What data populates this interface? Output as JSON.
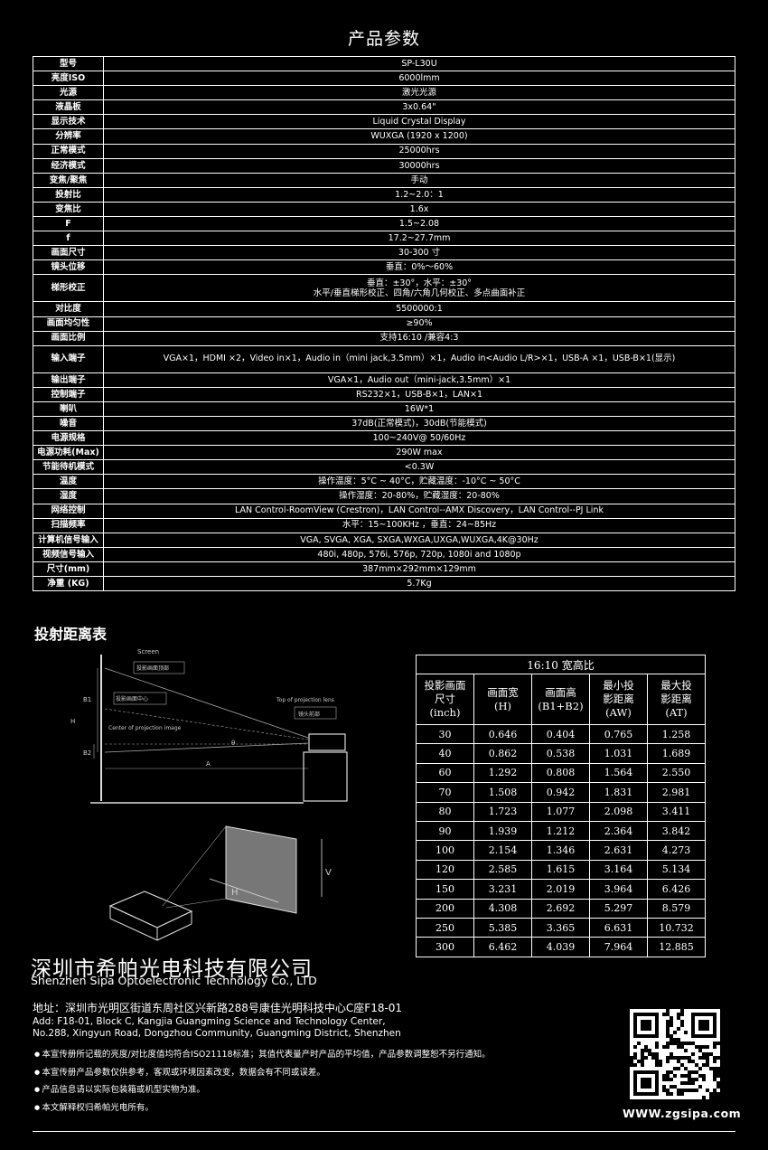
{
  "title": "产品参数",
  "specs": [
    {
      "k": "型号",
      "v": "SP-L30U"
    },
    {
      "k": "亮度ISO",
      "v": "6000lmm"
    },
    {
      "k": "光源",
      "v": "激光光源"
    },
    {
      "k": "液晶板",
      "v": "3x0.64\""
    },
    {
      "k": "显示技术",
      "v": "Liquid Crystal Display"
    },
    {
      "k": "分辨率",
      "v": "WUXGA (1920 x 1200)"
    },
    {
      "k": "正常模式",
      "v": "25000hrs"
    },
    {
      "k": "经济模式",
      "v": "30000hrs"
    },
    {
      "k": "变焦/聚焦",
      "v": "手动"
    },
    {
      "k": "投射比",
      "v": "1.2~2.0：1"
    },
    {
      "k": "变焦比",
      "v": "1.6x"
    },
    {
      "k": "F",
      "v": "1.5~2.08"
    },
    {
      "k": "f",
      "v": "17.2~27.7mm"
    },
    {
      "k": "画面尺寸",
      "v": "30-300  寸"
    },
    {
      "k": "镜头位移",
      "v": "垂直：0%～60%"
    },
    {
      "k": "梯形校正",
      "v": "垂直：±30°，水平：±30°",
      "v2": "水平/垂直梯形校正、四角/六角几何校正、多点曲面补正"
    },
    {
      "k": "对比度",
      "v": "5500000:1"
    },
    {
      "k": "画面均匀性",
      "v": "≥90%"
    },
    {
      "k": "画面比例",
      "v": "支持16:10 /兼容4:3"
    },
    {
      "k": "输入端子",
      "v": "VGA×1，HDMI ×2，Video in×1，Audio in（mini jack,3.5mm）×1，Audio in<Audio L/R>×1，USB-A ×1，USB-B×1(显示)",
      "tall": true
    },
    {
      "k": "输出端子",
      "v": "VGA×1，Audio out（mini-jack,3.5mm）×1"
    },
    {
      "k": "控制端子",
      "v": "RS232×1，USB-B×1，LAN×1"
    },
    {
      "k": "喇叭",
      "v": "16W*1"
    },
    {
      "k": "噪音",
      "v": "37dB(正常模式)，30dB(节能模式)"
    },
    {
      "k": "电源规格",
      "v": "100~240V@ 50/60Hz"
    },
    {
      "k": "电源功耗(Max)",
      "v": "290W max"
    },
    {
      "k": "节能待机模式",
      "v": "<0.3W"
    },
    {
      "k": "温度",
      "v": "操作温度：5°C ~ 40°C，贮藏温度：-10°C ~ 50°C"
    },
    {
      "k": "湿度",
      "v": "操作湿度：20-80%，贮藏湿度：20-80%"
    },
    {
      "k": "网络控制",
      "v": "LAN Control-RoomView (Crestron)，LAN Control--AMX Discovery，LAN Control--PJ Link"
    },
    {
      "k": "扫描频率",
      "v": "水平：15~100KHz  ，垂直：24~85Hz"
    },
    {
      "k": "计算机信号输入",
      "v": "VGA, SVGA, XGA, SXGA,WXGA,UXGA,WUXGA,4K@30Hz"
    },
    {
      "k": "视频信号输入",
      "v": "480i, 480p, 576i, 576p, 720p, 1080i and 1080p"
    },
    {
      "k": "尺寸(mm)",
      "v": "387mm×292mm×129mm"
    },
    {
      "k": "净重 (KG)",
      "v": "5.7Kg"
    }
  ],
  "throw_title": "投射距离表",
  "diagram": {
    "screen": "Screen",
    "screen_top": "投影画面顶部",
    "screen_center": "投影画面中心",
    "b1": "B1",
    "b2": "B2",
    "h": "H",
    "a": "A",
    "theta": "θ",
    "center_lens": "Center of projection image",
    "top_lens": "Top of projection lens",
    "lens_front": "镜头前部",
    "v": "V",
    "h2": "H"
  },
  "throw_table": {
    "caption": "16:10 宽高比",
    "headers": [
      [
        "投影画面",
        "尺寸",
        "(inch)"
      ],
      [
        "画面宽",
        "(H)"
      ],
      [
        "画面高",
        "(B1+B2)"
      ],
      [
        "最小投",
        "影距离",
        "(AW)"
      ],
      [
        "最大投",
        "影距离",
        "(AT)"
      ]
    ],
    "rows": [
      [
        "30",
        "0.646",
        "0.404",
        "0.765",
        "1.258"
      ],
      [
        "40",
        "0.862",
        "0.538",
        "1.031",
        "1.689"
      ],
      [
        "60",
        "1.292",
        "0.808",
        "1.564",
        "2.550"
      ],
      [
        "70",
        "1.508",
        "0.942",
        "1.831",
        "2.981"
      ],
      [
        "80",
        "1.723",
        "1.077",
        "2.098",
        "3.411"
      ],
      [
        "90",
        "1.939",
        "1.212",
        "2.364",
        "3.842"
      ],
      [
        "100",
        "2.154",
        "1.346",
        "2.631",
        "4.273"
      ],
      [
        "120",
        "2.585",
        "1.615",
        "3.164",
        "5.134"
      ],
      [
        "150",
        "3.231",
        "2.019",
        "3.964",
        "6.426"
      ],
      [
        "200",
        "4.308",
        "2.692",
        "5.297",
        "8.579"
      ],
      [
        "250",
        "5.385",
        "3.365",
        "6.631",
        "10.732"
      ],
      [
        "300",
        "6.462",
        "4.039",
        "7.964",
        "12.885"
      ]
    ]
  },
  "company": {
    "name_cn": "深圳市希帕光电科技有限公司",
    "name_en": "Shenzhen Sipa Optoelectronic Technology Co., LTD",
    "address_cn": "地址：深圳市光明区街道东周社区兴新路288号康佳光明科技中心C座F18-01",
    "address_en": [
      "Add: F18-01, Block C, Kangjia Guangming Science and Technology Center,",
      "No.288, Xingyun Road, Dongzhou Community, Guangming District, Shenzhen"
    ]
  },
  "notes": [
    "本宣传册所记载的亮度/对比度值均符合ISO21118标准；其值代表量产时产品的平均值，产品参数调整恕不另行通知。",
    "本宣传册产品参数仅供参考，客观或环境因素改变，数据会有不同或误差。",
    "产品信息请以实际包装箱或机型实物为准。",
    "本文解释权归希帕光电所有。"
  ],
  "website": "WWW.zgsipa.com"
}
